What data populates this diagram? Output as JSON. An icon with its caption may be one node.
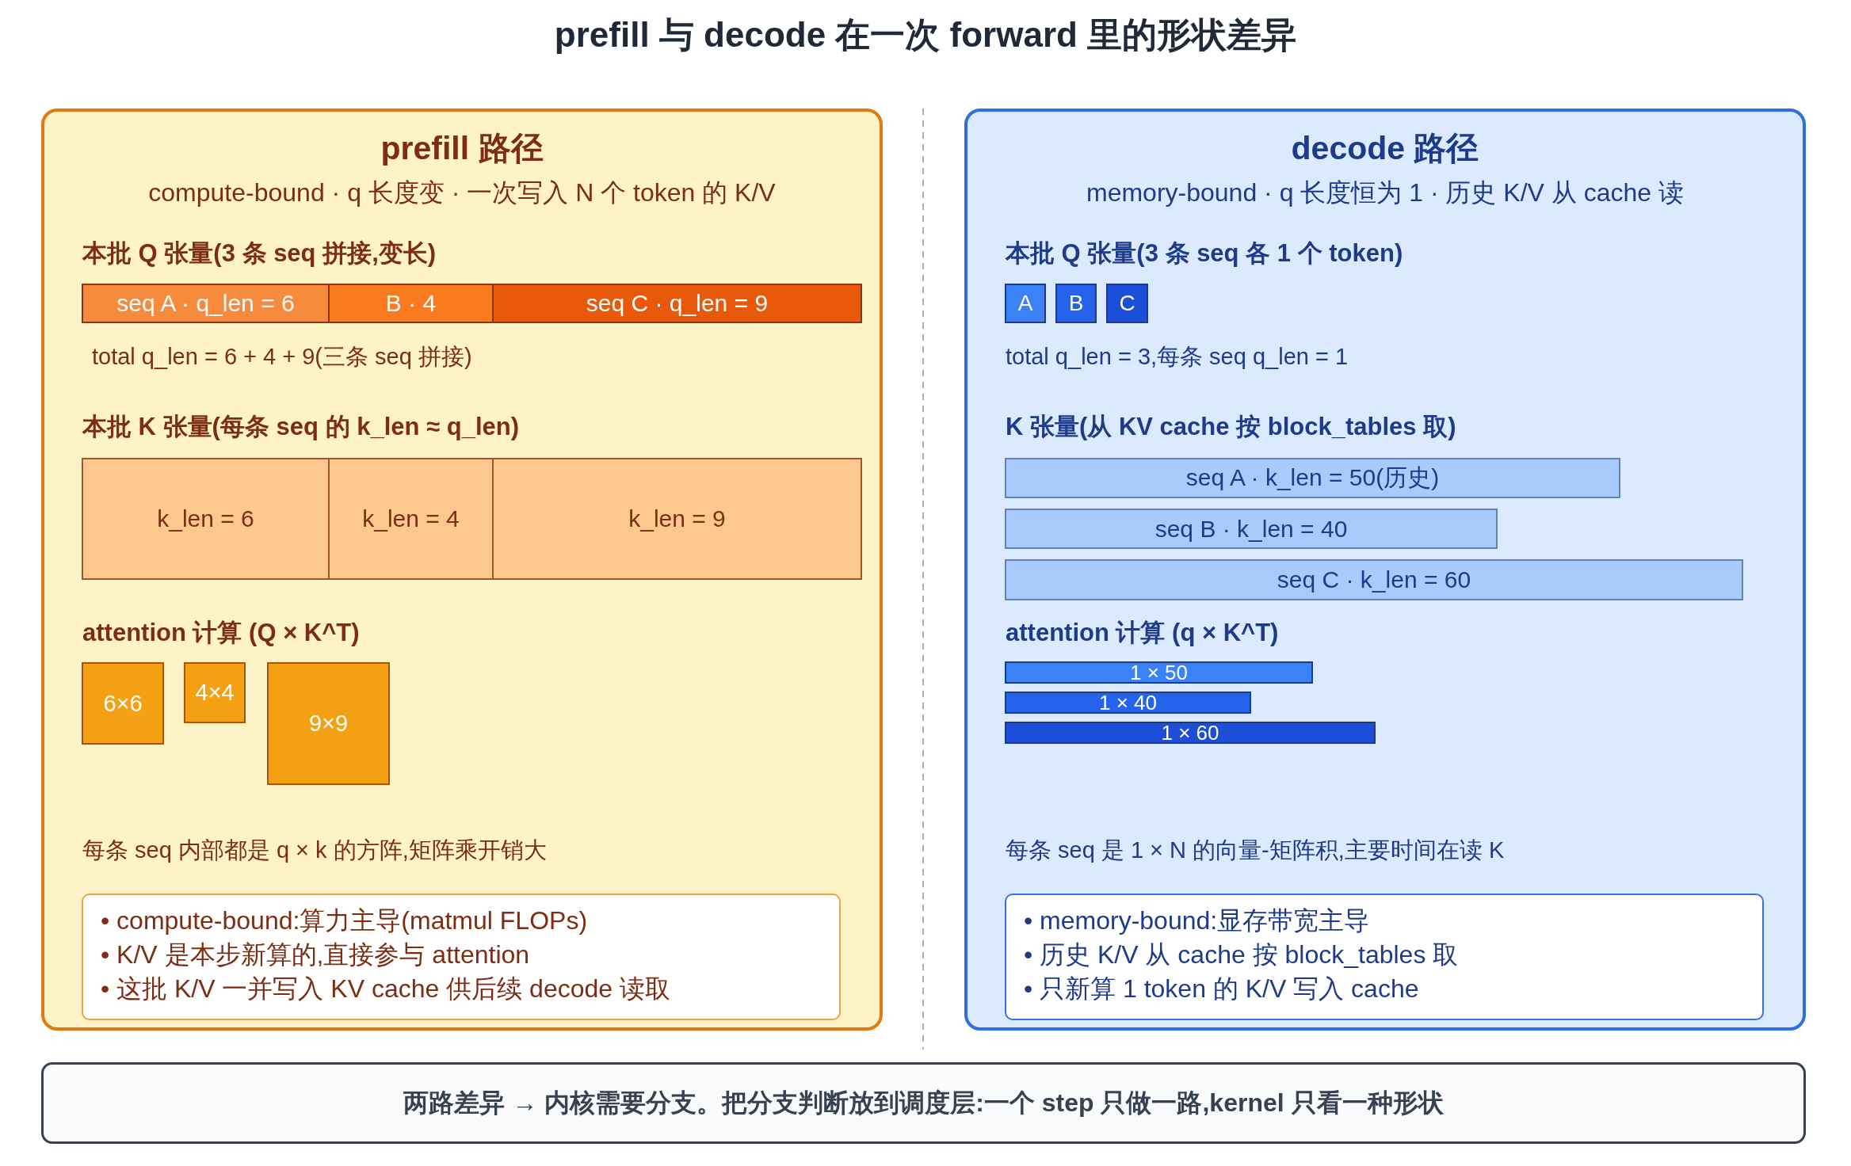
{
  "diagram": {
    "title": "prefill 与 decode 在一次 forward 里的形状差异",
    "nodes": [
      {
        "text": [
          "prefill 路径",
          "compute-bound · q 长度变 · 一次写入 N 个 token 的 K/V",
          "本批 Q 张量(3 条 seq 拼接,变长)",
          "total q_len = 6 + 4 + 9(三条 seq 拼接)",
          "本批 K 张量(每条 seq 的 k_len ≈ q_len)",
          "attention 计算 (Q × K^T)",
          "每条 seq 内部都是 q × k 的方阵,矩阵乘开销大"
        ]
      },
      {
        "text": [
          "seq A · q_len = 6"
        ],
        "in": 0
      },
      {
        "text": [
          "B · 4"
        ],
        "in": 0
      },
      {
        "text": [
          "seq C · q_len = 9"
        ],
        "in": 0
      },
      {
        "text": [
          "k_len = 6"
        ],
        "in": 0
      },
      {
        "text": [
          "k_len = 4"
        ],
        "in": 0
      },
      {
        "text": [
          "k_len = 9"
        ],
        "in": 0
      },
      {
        "text": [
          "6×6"
        ],
        "in": 0
      },
      {
        "text": [
          "4×4"
        ],
        "in": 0
      },
      {
        "text": [
          "9×9"
        ],
        "in": 0
      },
      {
        "text": [
          "• compute-bound:算力主导(matmul FLOPs)",
          "• K/V 是本步新算的,直接参与 attention",
          "• 这批 K/V 一并写入 KV cache 供后续 decode 读取"
        ],
        "in": 0
      },
      {
        "text": [
          "decode 路径",
          "memory-bound · q 长度恒为 1 · 历史 K/V 从 cache 读",
          "本批 Q 张量(3 条 seq 各 1 个 token)",
          "total q_len = 3,每条 seq q_len = 1",
          "K 张量(从 KV cache 按 block_tables 取)",
          "attention 计算 (q × K^T)",
          "每条 seq 是 1 × N 的向量-矩阵积,主要时间在读 K"
        ]
      },
      {
        "text": [
          "A"
        ],
        "in": 11
      },
      {
        "text": [
          "B"
        ],
        "in": 11
      },
      {
        "text": [
          "C"
        ],
        "in": 11
      },
      {
        "text": [
          "seq A · k_len = 50(历史)"
        ],
        "in": 11
      },
      {
        "text": [
          "seq B · k_len = 40"
        ],
        "in": 11
      },
      {
        "text": [
          "seq C · k_len = 60"
        ],
        "in": 11
      },
      {
        "text": [
          "1 × 50"
        ],
        "in": 11
      },
      {
        "text": [
          "1 × 40"
        ],
        "in": 11
      },
      {
        "text": [
          "1 × 60"
        ],
        "in": 11
      },
      {
        "text": [
          "• memory-bound:显存带宽主导",
          "• 历史 K/V 从 cache 按 block_tables 取",
          "• 只新算 1 token 的 K/V 写入 cache"
        ],
        "in": 11
      },
      {
        "text": [
          "两路差异 → 内核需要分支。把分支判断放到调度层:一个 step 只做一路,kernel 只看一种形状"
        ]
      }
    ]
  }
}
